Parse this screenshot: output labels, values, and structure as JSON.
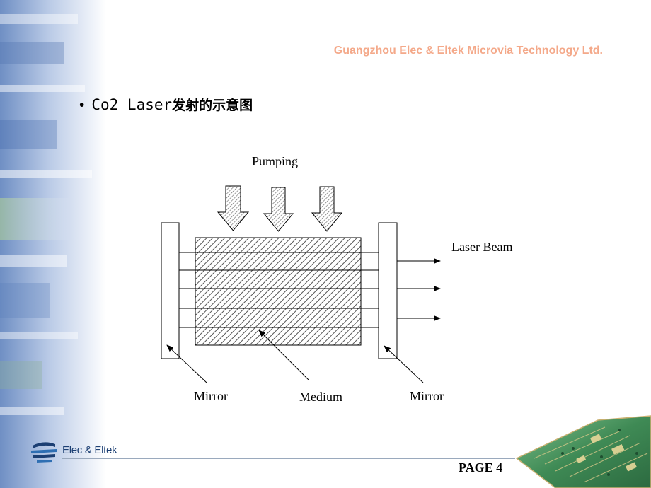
{
  "header": {
    "company": "Guangzhou Elec & Eltek Microvia Technology Ltd."
  },
  "bullet": {
    "mark": "•",
    "text_latin": "Co2 Laser",
    "text_cn": "发射的示意图"
  },
  "diagram": {
    "pumping_label": "Pumping",
    "beam_label": "Laser Beam",
    "mirror_left_label": "Mirror",
    "medium_label": "Medium",
    "mirror_right_label": "Mirror"
  },
  "footer": {
    "logo_text": "Elec & Eltek",
    "page_label": "PAGE 4"
  },
  "colors": {
    "accent": "#f4a98a",
    "sidebar": "#8fa8d0",
    "logo": "#1c3f73",
    "pcb": "#3f8a55"
  }
}
